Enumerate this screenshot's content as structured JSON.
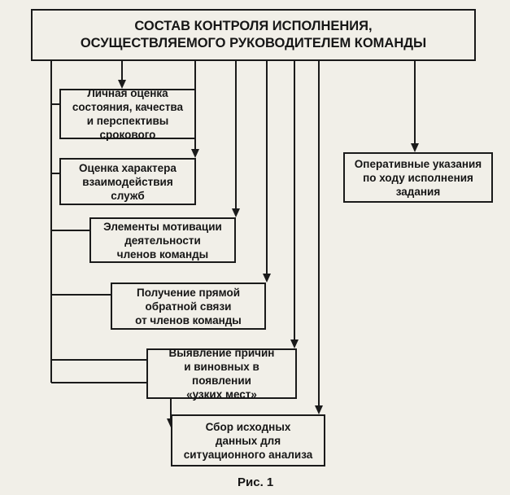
{
  "diagram": {
    "title": "СОСТАВ КОНТРОЛЯ ИСПОЛНЕНИЯ,\nОСУЩЕСТВЛЯЕМОГО РУКОВОДИТЕЛЕМ КОМАНДЫ",
    "items": [
      "Личная оценка\nсостояния, качества\nи перспективы срокового",
      "Оценка характера\nвзаимодействия\nслужб",
      "Элементы мотивации\nдеятельности\nчленов команды",
      "Получение прямой\nобратной связи\nот членов команды",
      "Выявление причин\nи виновных в появлении\n«узких мест»",
      "Сбор исходных\nданных для\nситуационного анализа"
    ],
    "side_item": "Оперативные указания\nпо ходу исполнения\nзадания",
    "caption": "Рис. 1"
  }
}
